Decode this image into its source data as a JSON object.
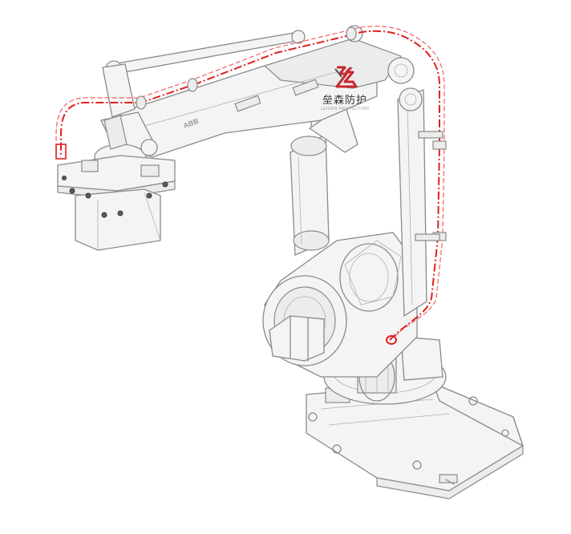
{
  "logo": {
    "chinese_name": "垒森防护",
    "english_name": "LEISEN PROTECTION",
    "mark_color": "#c8282d"
  },
  "robot": {
    "brand_text": "ABB"
  },
  "colors": {
    "hose": "#e02020",
    "outline": "#8a8a8a",
    "fill": "#f4f4f4"
  }
}
